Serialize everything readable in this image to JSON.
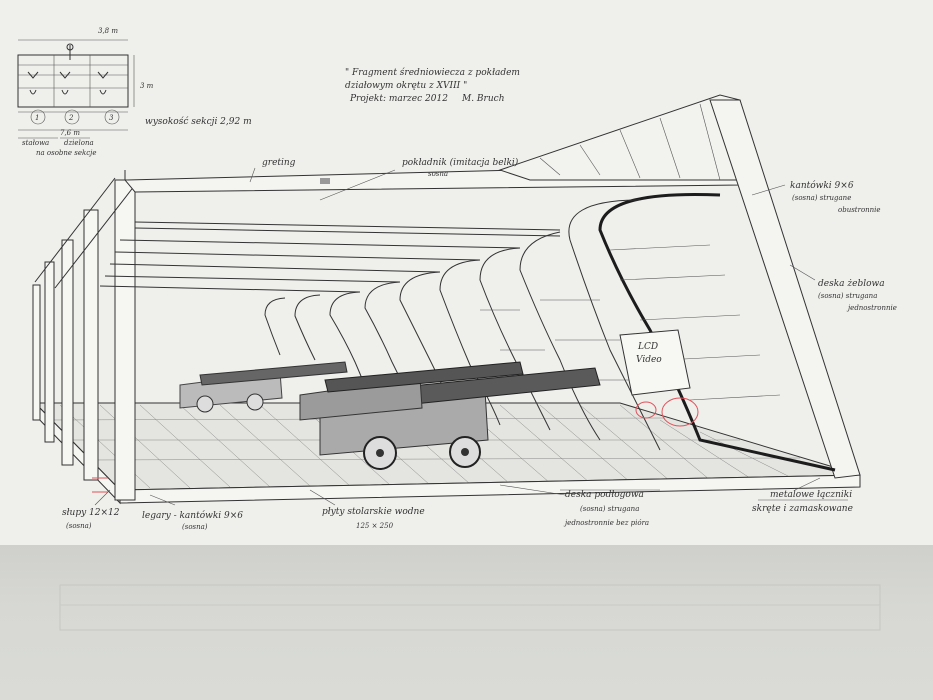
{
  "title": {
    "line1": "\" Fragment średniowiecza z pokładem",
    "line2": "działowym okrętu z XVIII \"",
    "line3": "Projekt: marzec 2012",
    "signature": "M. Bruch"
  },
  "inset": {
    "top_dim": "3,8 m",
    "side_dim": "3 m",
    "bottom_dim": "7,6 m",
    "numbers": [
      "1",
      "2",
      "3"
    ],
    "label_left": "stałowa",
    "label_right": "dzielona",
    "caption": "na osobne sekcje",
    "height_note": "wysokość sekcji 2,92 m"
  },
  "labels": {
    "greting": "greting",
    "pokladnik": "pokładnik (imitacja belki)",
    "pokladnik_sub": "sosna",
    "kantowki": "kantówki 9×6",
    "kantowki_sub1": "(sosna) strugane",
    "kantowki_sub2": "obustronnie",
    "deska_zeblowa": "deska żeblowa",
    "deska_zeblowa_sub1": "(sosna) strugana",
    "deska_zeblowa_sub2": "jednostronnie",
    "lcd": "LCD",
    "video": "Video",
    "slupy": "słupy 12×12",
    "slupy_sub": "(sosna)",
    "legary": "legary - kantówki 9×6",
    "legary_sub": "(sosna)",
    "plyty": "płyty stolarskie wodne",
    "plyty_sub": "125 × 250",
    "deska_podlogowa": "deska podłogowa",
    "deska_podlogowa_sub1": "(sosna) strugana",
    "deska_podlogowa_sub2": "jednostronnie bez pióra",
    "metalowe": "metalowe łączniki",
    "metalowe_sub": "skręte i zamaskowane"
  },
  "colors": {
    "paper": "#efefec",
    "ink": "#333333",
    "red_mark": "#e0525a"
  }
}
